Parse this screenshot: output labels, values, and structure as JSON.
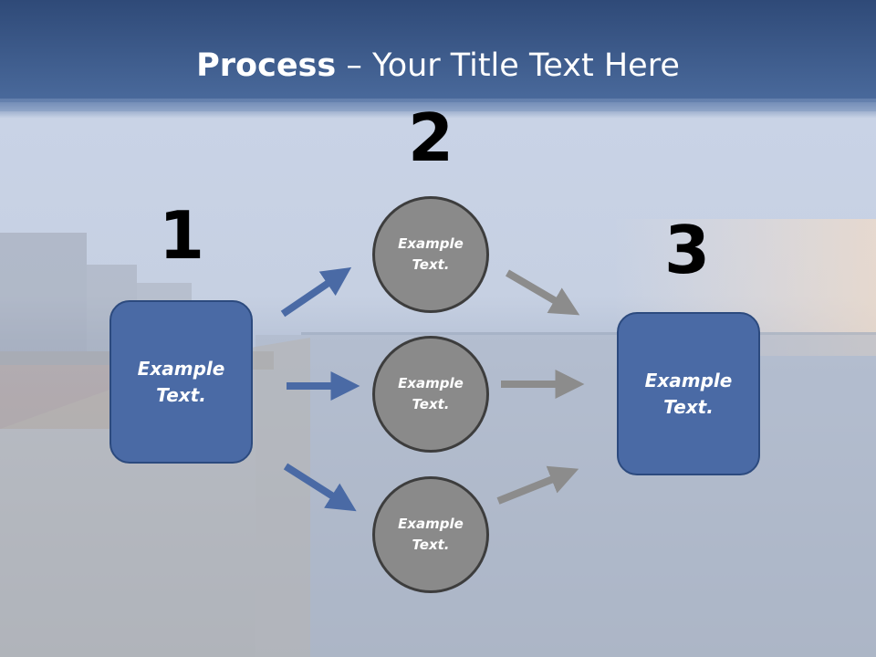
{
  "title": {
    "bold": "Process",
    "rest": " – Your Title Text Here"
  },
  "steps": [
    {
      "number": "1",
      "text": "Example\nText."
    },
    {
      "number": "2",
      "text": ""
    },
    {
      "number": "3",
      "text": "Example\nText."
    }
  ],
  "circles": [
    {
      "text": "Example\nText."
    },
    {
      "text": "Example\nText."
    },
    {
      "text": "Example\nText."
    }
  ],
  "colors": {
    "box_fill": "#4a6aa5",
    "circle_fill": "#8a8a8a",
    "arrow_blue": "#4a6aa5",
    "arrow_gray": "#8c8c8c",
    "header_band": "#3f5f8f"
  }
}
